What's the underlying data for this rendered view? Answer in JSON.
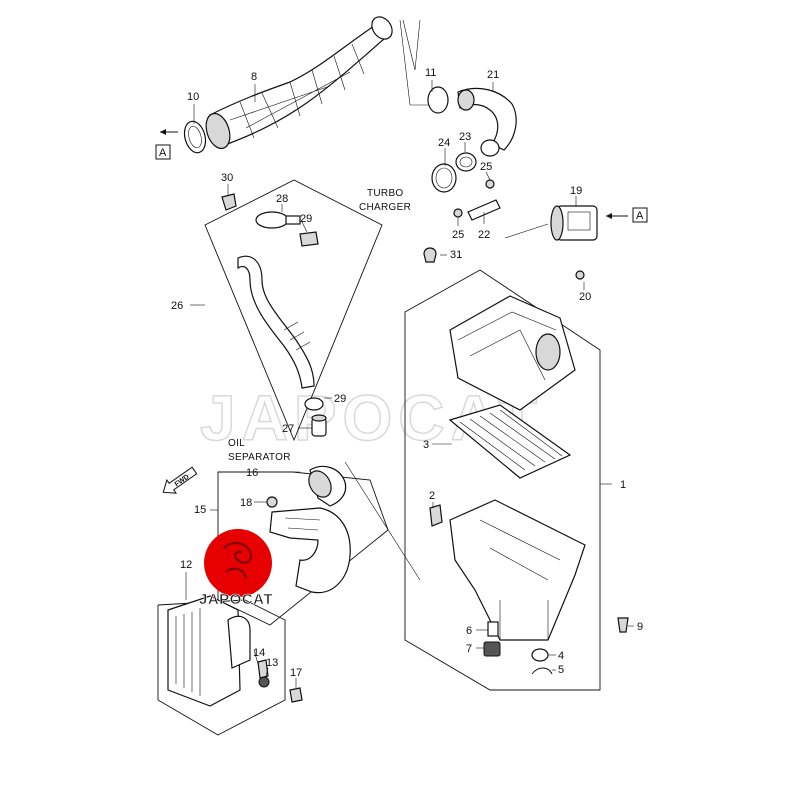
{
  "watermark": "JAPOCAT",
  "logo": {
    "text": "JAPOCAT",
    "color": "#e60000"
  },
  "notes": {
    "turbo_charger_line1": "TURBO",
    "turbo_charger_line2": "CHARGER",
    "oil_separator_line1": "OIL",
    "oil_separator_line2": "SEPARATOR",
    "fwd": "FWD"
  },
  "ref_marks": {
    "left": "A",
    "right": "A"
  },
  "callouts": {
    "p1": "1",
    "p2": "2",
    "p3": "3",
    "p4": "4",
    "p5": "5",
    "p6": "6",
    "p7": "7",
    "p8": "8",
    "p9": "9",
    "p10": "10",
    "p11": "11",
    "p12": "12",
    "p13": "13",
    "p14": "14",
    "p15": "15",
    "p16": "16",
    "p17": "17",
    "p18": "18",
    "p19": "19",
    "p20": "20",
    "p21": "21",
    "p22": "22",
    "p23": "23",
    "p24": "24",
    "p25a": "25",
    "p25b": "25",
    "p26": "26",
    "p27": "27",
    "p28": "28",
    "p29a": "29",
    "p29b": "29",
    "p30": "30",
    "p31": "31"
  }
}
